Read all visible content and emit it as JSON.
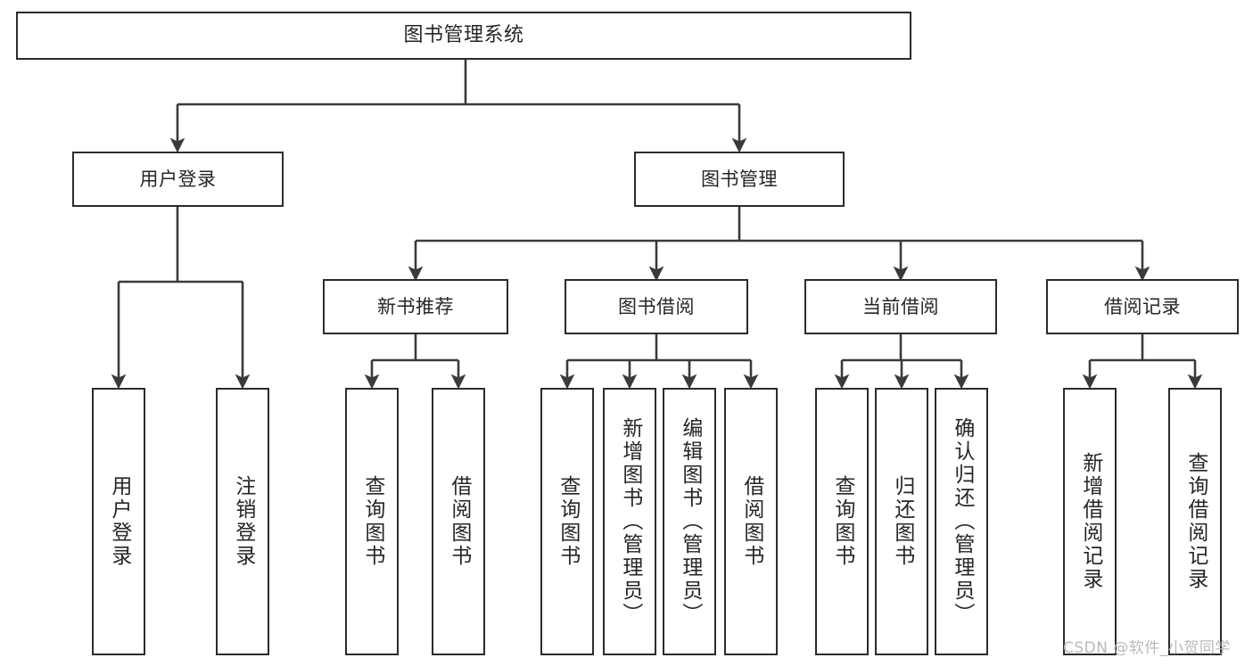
{
  "diagram": {
    "title": "图书管理系统",
    "type": "tree-hierarchy-chart",
    "watermark": "CSDN @软件_小贺同学",
    "colors": {
      "box_border": "#2b2b2b",
      "box_fill": "#ffffff",
      "connector": "#3a3a3a",
      "text": "#262626",
      "watermark": "#b9b9b9",
      "background": "#ffffff"
    },
    "root": {
      "id": "root",
      "label": "图书管理系统"
    },
    "level2": [
      {
        "id": "user-login",
        "label": "用户登录"
      },
      {
        "id": "book-management",
        "label": "图书管理"
      }
    ],
    "level3": [
      {
        "id": "new-book-recommend",
        "label": "新书推荐"
      },
      {
        "id": "book-borrow",
        "label": "图书借阅"
      },
      {
        "id": "current-borrow",
        "label": "当前借阅"
      },
      {
        "id": "borrow-record",
        "label": "借阅记录"
      }
    ],
    "leaves": {
      "user_login": [
        {
          "id": "leaf-user-login",
          "label": "用户登录"
        },
        {
          "id": "leaf-logout-login",
          "label": "注销登录"
        }
      ],
      "new_book_recommend": [
        {
          "id": "leaf-query-book-1",
          "label": "查询图书"
        },
        {
          "id": "leaf-borrow-book-1",
          "label": "借阅图书"
        }
      ],
      "book_borrow": [
        {
          "id": "leaf-query-book-2",
          "label": "查询图书"
        },
        {
          "id": "leaf-add-book-admin",
          "label": "新增图书（管理员）"
        },
        {
          "id": "leaf-edit-book-admin",
          "label": "编辑图书（管理员）"
        },
        {
          "id": "leaf-borrow-book-2",
          "label": "借阅图书"
        }
      ],
      "current_borrow": [
        {
          "id": "leaf-query-book-3",
          "label": "查询图书"
        },
        {
          "id": "leaf-return-book",
          "label": "归还图书"
        },
        {
          "id": "leaf-confirm-return-admin",
          "label": "确认归还（管理员）"
        }
      ],
      "borrow_record": [
        {
          "id": "leaf-add-borrow-record",
          "label": "新增借阅记录"
        },
        {
          "id": "leaf-query-borrow-record",
          "label": "查询借阅记录"
        }
      ]
    }
  }
}
